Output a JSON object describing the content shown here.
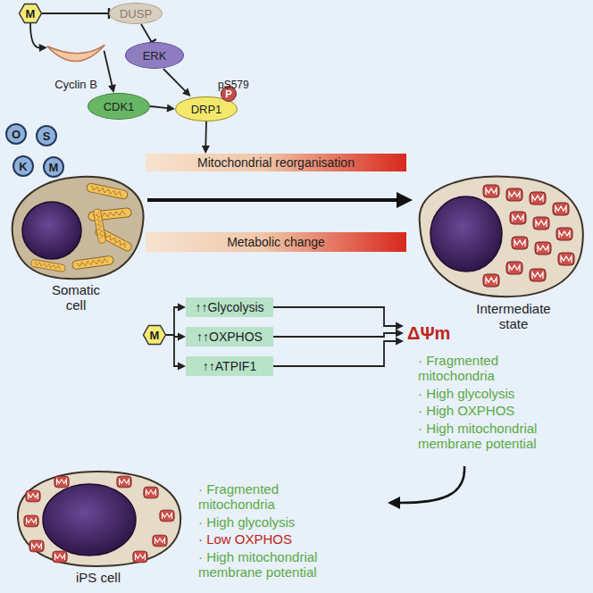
{
  "diagram": {
    "nodes": [
      {
        "text": [
          "M"
        ]
      },
      {
        "text": [
          "DUSP"
        ]
      },
      {
        "text": [
          "Cyclin B"
        ]
      },
      {
        "text": [
          "ERK"
        ]
      },
      {
        "text": [
          "CDK1"
        ]
      },
      {
        "text": [
          "DRP1"
        ]
      },
      {
        "text": [
          "P"
        ],
        "in": 5
      },
      {
        "text": [
          "O"
        ]
      },
      {
        "text": [
          "S"
        ]
      },
      {
        "text": [
          "K"
        ]
      },
      {
        "text": [
          "M"
        ]
      },
      {
        "text": [
          "Mitochondrial reorganisation"
        ]
      },
      {
        "text": [
          "Metabolic change"
        ]
      },
      {
        "text": [
          "M"
        ]
      },
      {
        "text": [
          "↑↑Glycolysis"
        ]
      },
      {
        "text": [
          "↑↑OXPHOS"
        ]
      },
      {
        "text": [
          "↑↑ATPIF1"
        ]
      },
      {
        "text": [
          "ΔΨm"
        ]
      }
    ],
    "edges": [
      {
        "from": 0,
        "to": 1,
        "arrow": "to"
      },
      {
        "from": 0,
        "to": 2,
        "arrow": "to"
      },
      {
        "from": 1,
        "to": 3,
        "arrow": "to"
      },
      {
        "from": 2,
        "to": 4,
        "arrow": "to"
      },
      {
        "from": 4,
        "to": 5,
        "arrow": "to"
      },
      {
        "from": 3,
        "to": 5,
        "arrow": "to"
      },
      {
        "from": 5,
        "to": 11,
        "arrow": "to"
      },
      {
        "from": 13,
        "to": 14,
        "arrow": "to"
      },
      {
        "from": 13,
        "to": 15,
        "arrow": "to"
      },
      {
        "from": 13,
        "to": 16,
        "arrow": "to"
      },
      {
        "from": 14,
        "to": 17,
        "arrow": "to"
      },
      {
        "from": 15,
        "to": 17,
        "arrow": "to"
      },
      {
        "from": 16,
        "to": 17,
        "arrow": "to"
      }
    ],
    "labels": [
      "pS579",
      "Somatic cell",
      "Intermediate state",
      "· Fragmented mitochondria",
      "· High glycolysis",
      "· High OXPHOS",
      "· High mitochondrial membrane potential",
      "iPS cell",
      "· Fragmented mitochondria",
      "· High glycolysis",
      "· Low OXPHOS",
      "· High mitochondrial membrane potential"
    ]
  }
}
